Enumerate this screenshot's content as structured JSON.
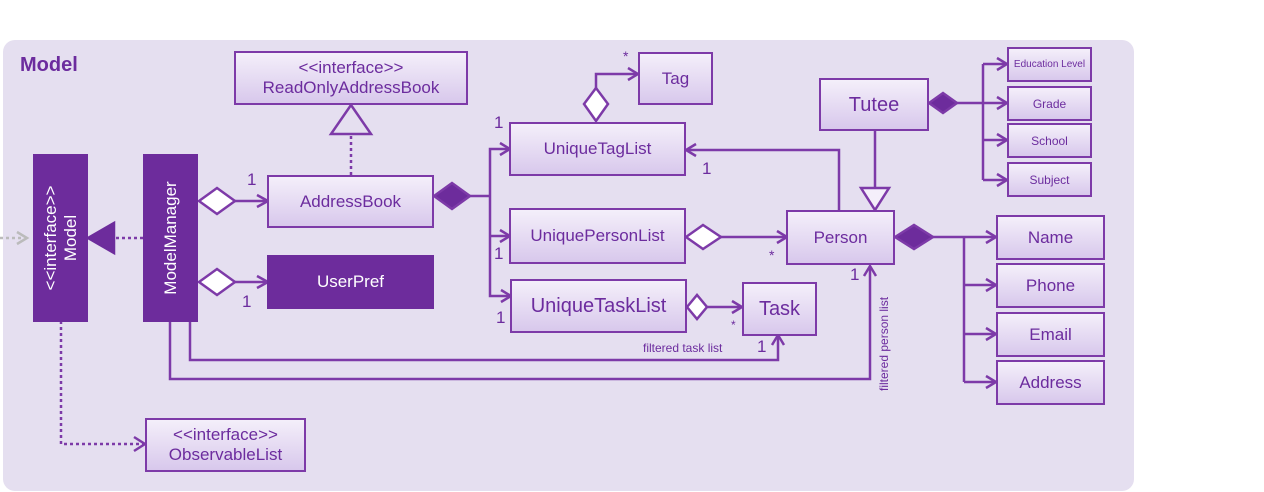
{
  "package": {
    "title": "Model"
  },
  "classes": {
    "model_stereotype": "<<interface>>",
    "model": "Model",
    "model_manager": "ModelManager",
    "readonly_stereotype": "<<interface>>",
    "readonly": "ReadOnlyAddressBook",
    "address_book": "AddressBook",
    "user_pref": "UserPref",
    "tag": "Tag",
    "unique_tag_list": "UniqueTagList",
    "unique_person_list": "UniquePersonList",
    "unique_task_list": "UniqueTaskList",
    "task": "Task",
    "person": "Person",
    "tutee": "Tutee",
    "education_level": "Education Level",
    "grade": "Grade",
    "school": "School",
    "subject": "Subject",
    "name": "Name",
    "phone": "Phone",
    "email": "Email",
    "address": "Address",
    "observable_stereotype": "<<interface>>",
    "observable": "ObservableList"
  },
  "multiplicities": {
    "ab_to_manager": "1",
    "pref_to_manager": "1",
    "tag_star": "*",
    "taglist_one": "1",
    "taglist_person_one": "1",
    "personlist_one": "1",
    "person_star": "*",
    "tasklist_one": "1",
    "task_star": "*",
    "task_one": "1",
    "person_one": "1"
  },
  "notes": {
    "filtered_task": "filtered task list",
    "filtered_person": "filtered person list"
  },
  "colors": {
    "line": "#7d3aa8",
    "dark_fill": "#6d2c9c",
    "text": "#6c2c9e",
    "package_bg": "#e5dff0"
  }
}
